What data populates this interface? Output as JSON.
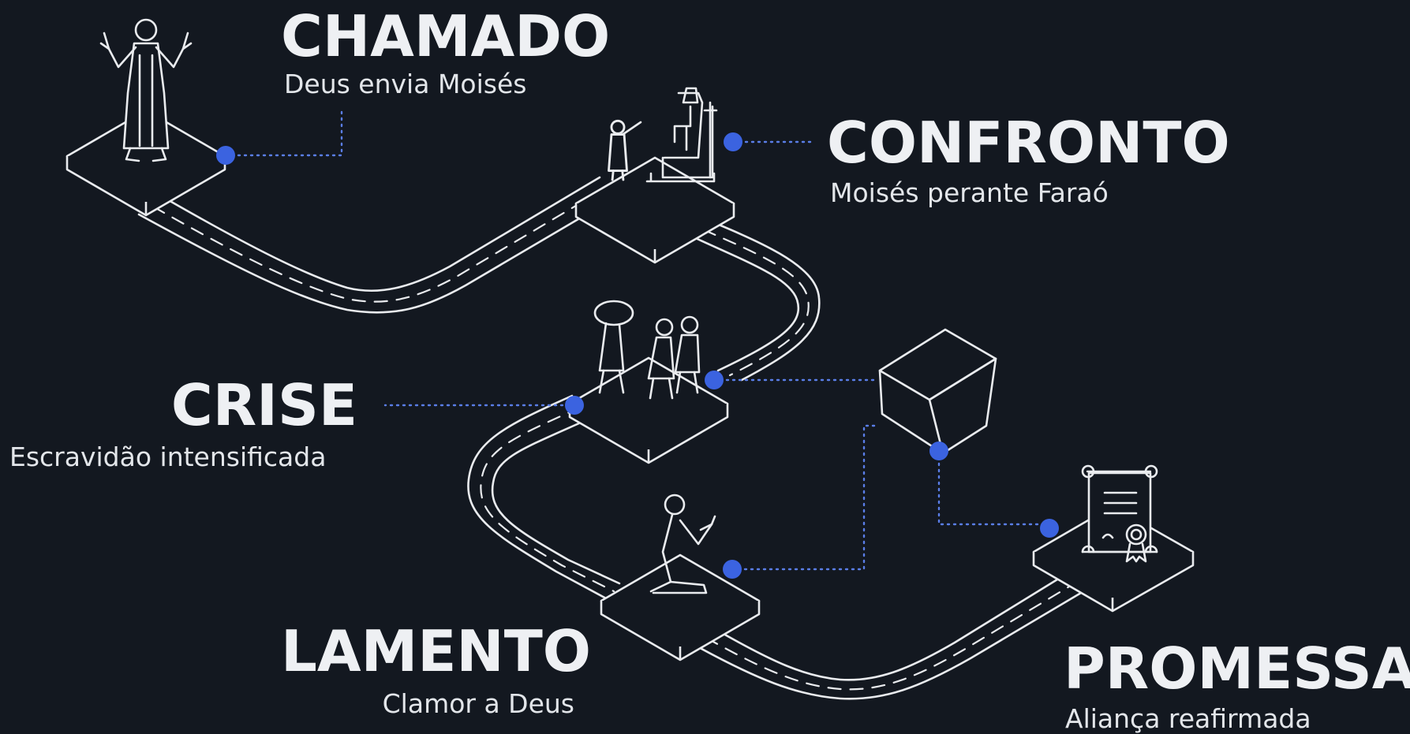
{
  "stages": [
    {
      "id": "chamado",
      "title": "CHAMADO",
      "subtitle": "Deus envia Moisés",
      "icon": "praying-figure-icon"
    },
    {
      "id": "confronto",
      "title": "CONFRONTO",
      "subtitle": "Moisés perante Faraó",
      "icon": "pharaoh-throne-icon"
    },
    {
      "id": "crise",
      "title": "CRISE",
      "subtitle": "Escravidão intensificada",
      "icon": "laborers-icon"
    },
    {
      "id": "lamento",
      "title": "LAMENTO",
      "subtitle": "Clamor a Deus",
      "icon": "kneeling-figure-icon"
    },
    {
      "id": "promessa",
      "title": "PROMESSA",
      "subtitle": "Aliança reafirmada",
      "icon": "scroll-seal-icon"
    }
  ],
  "extra_icons": [
    "stone-block-icon"
  ],
  "colors": {
    "background": "#131820",
    "line": "#e9ebee",
    "node": "#3b63e0",
    "connector": "#5a7ee8"
  }
}
